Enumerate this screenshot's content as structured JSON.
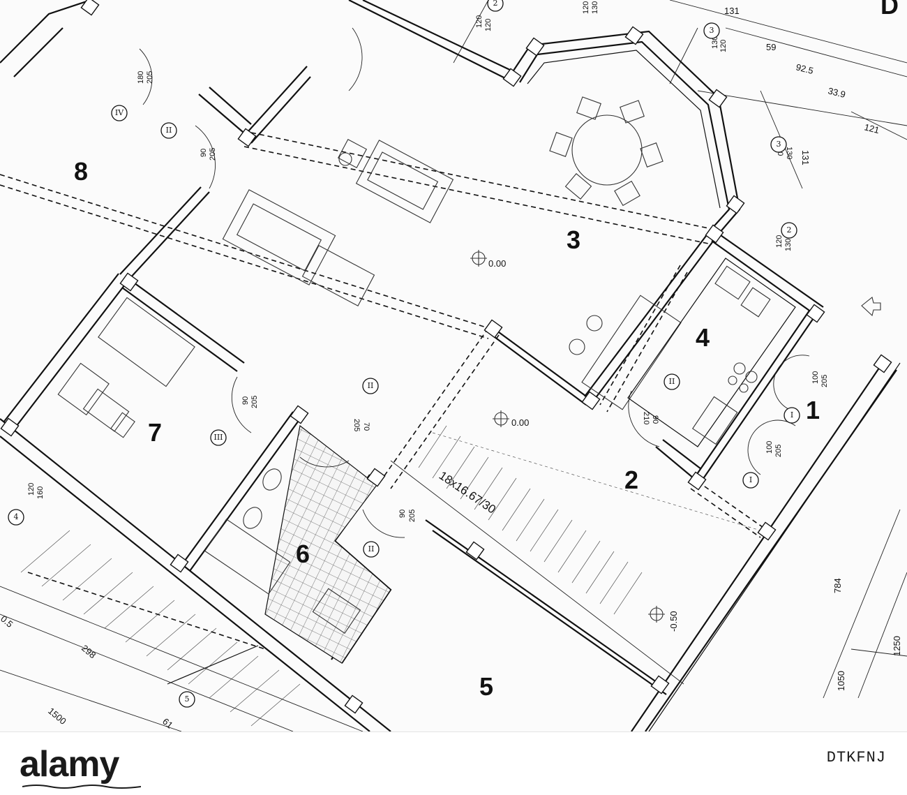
{
  "plan": {
    "rooms": [
      "1",
      "2",
      "3",
      "4",
      "5",
      "6",
      "7",
      "8"
    ],
    "stair_label": "18x16.67/30",
    "corner_letter": "D",
    "door_dims": {
      "d180": "180",
      "d205": "205",
      "d90": "90",
      "d70": "70",
      "d100": "100",
      "d120": "120",
      "d130": "130",
      "d160": "160",
      "d210": "210"
    },
    "top_dims": [
      "131",
      "59",
      "92.5",
      "33.9",
      "121",
      "131"
    ],
    "side_dims": [
      "784",
      "1050",
      "1250"
    ],
    "bottom_dims": [
      "298",
      "1500",
      "61",
      "0.5"
    ],
    "levels": [
      "0.00",
      "0.00",
      "-0.50"
    ],
    "section_markers": {
      "II": "II",
      "III": "III",
      "IV": "IV",
      "I": "I",
      "n2": "2",
      "n3": "3",
      "n4": "4",
      "n5": "5"
    }
  },
  "footer": {
    "brand": "alamy",
    "image_id": "DTKFNJ"
  },
  "colors": {
    "ink": "#111111",
    "paper": "#fbfbfb",
    "tile": "#555555"
  }
}
